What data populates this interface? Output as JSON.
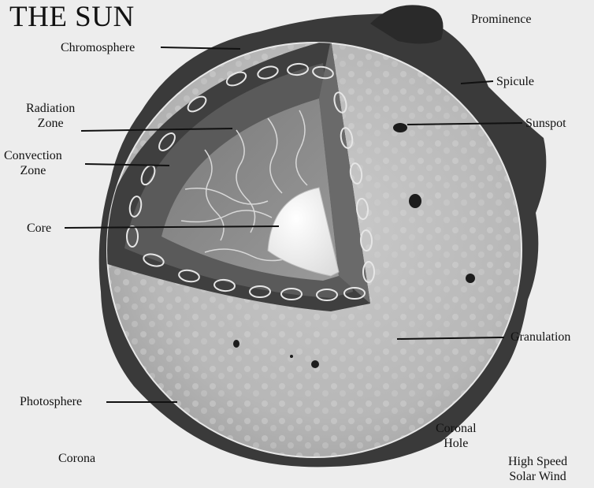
{
  "title": "THE SUN",
  "labels": {
    "prominence": "Prominence",
    "chromosphere": "Chromosphere",
    "spicule": "Spicule",
    "radiation_zone": [
      "Radiation",
      "Zone"
    ],
    "sunspot": "Sunspot",
    "convection_zone": [
      "Convection",
      "Zone"
    ],
    "core": "Core",
    "granulation": "Granulation",
    "photosphere": "Photosphere",
    "coronal_hole": [
      "Coronal",
      "Hole"
    ],
    "corona": "Corona",
    "solar_wind": [
      "High Speed",
      "Solar Wind"
    ]
  },
  "colors": {
    "background": "#ededed",
    "corona_halo": "#3a3a3a",
    "photosphere": "#b9b9b9",
    "cutaway_outer": "#3f3f3f",
    "convection": "#5a5a5a",
    "radiation": "#8a8a8a",
    "core": "#f6f6f6",
    "leader": "#111111"
  },
  "icons": [
    "convection-cell-icon",
    "sunspot-icon"
  ]
}
